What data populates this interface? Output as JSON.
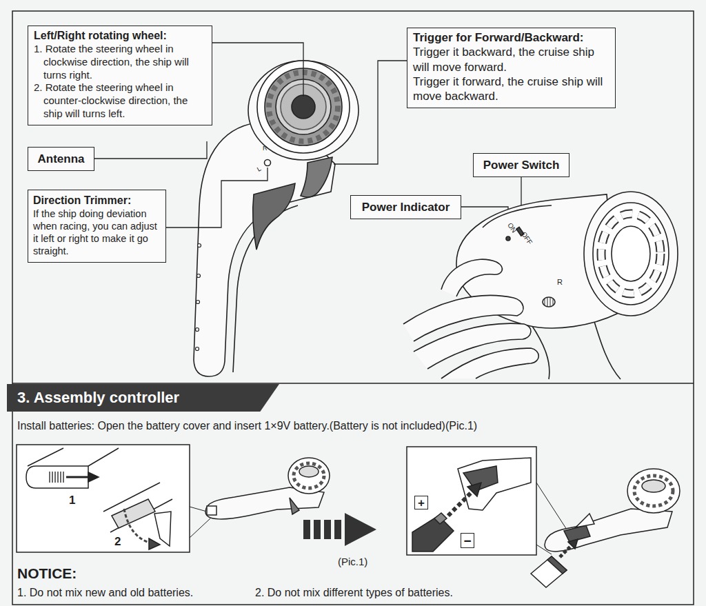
{
  "diagram": {
    "nodes": [
      {
        "text": [
          "Left/Right rotating wheel:",
          "1. Rotate the steering wheel in clockwise direction, the ship will turns right.",
          "2. Rotate the steering wheel in counter-clockwise direction, the ship will turns left."
        ]
      },
      {
        "text": [
          "Trigger for Forward/Backward:",
          "Trigger it backward, the cruise ship will move forward.",
          "Trigger it forward, the cruise ship will move backward."
        ]
      },
      {
        "text": [
          "Antenna"
        ]
      },
      {
        "text": [
          "Power Switch"
        ]
      },
      {
        "text": [
          "Direction Trimmer:",
          "If the ship doing deviation when racing, you can adjust it left or right to make it go straight."
        ]
      },
      {
        "text": [
          "Power Indicator"
        ]
      },
      {
        "text": [
          "3. Assembly controller"
        ]
      },
      {
        "text": [
          "+"
        ]
      },
      {
        "text": [
          "−"
        ]
      }
    ],
    "labels": [
      "L",
      "R",
      "ON",
      "OFF",
      "R",
      "Install batteries: Open the battery cover and insert 1×9V battery.(Battery is not included)(Pic.1)",
      "1",
      "2",
      "(Pic.1)",
      "NOTICE:",
      "1. Do not mix new and old batteries.",
      "2. Do not mix different types of batteries."
    ]
  }
}
